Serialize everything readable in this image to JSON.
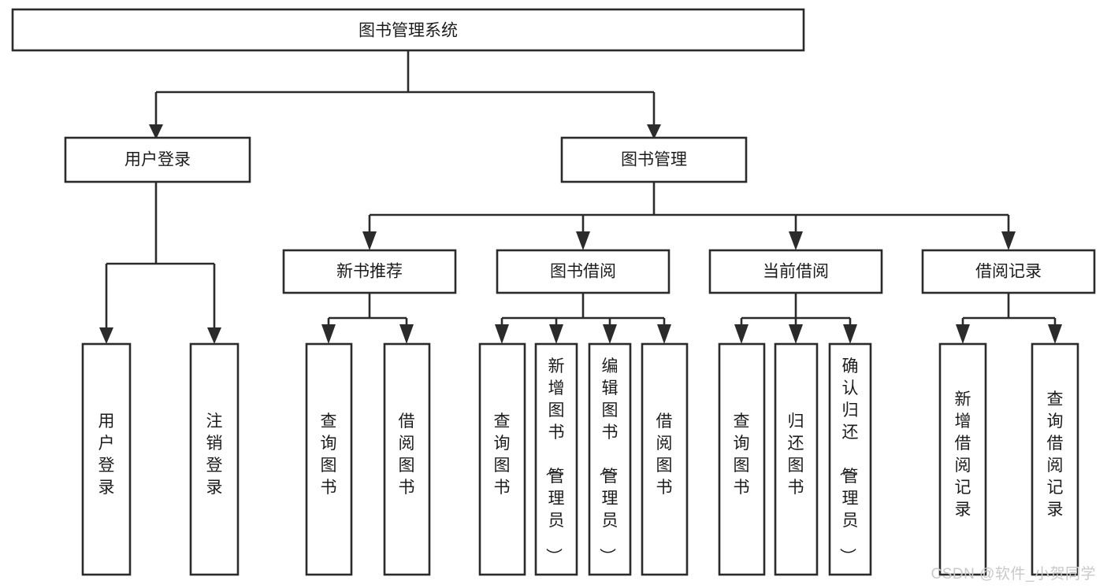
{
  "diagram": {
    "type": "org-chart",
    "title": "图书管理系统",
    "orientation": "top-down",
    "background_color": "#ffffff",
    "line_color": "#2b2b2b",
    "text_color": "#1c1c1c",
    "root": {
      "id": "root",
      "label": "图书管理系统"
    },
    "level2": [
      {
        "id": "user-login",
        "label": "用户登录"
      },
      {
        "id": "book-manage",
        "label": "图书管理"
      }
    ],
    "level3": [
      {
        "id": "new-book-recommend",
        "label": "新书推荐",
        "parent": "book-manage"
      },
      {
        "id": "book-borrow",
        "label": "图书借阅",
        "parent": "book-manage"
      },
      {
        "id": "current-borrow",
        "label": "当前借阅",
        "parent": "book-manage"
      },
      {
        "id": "borrow-record",
        "label": "借阅记录",
        "parent": "book-manage"
      }
    ],
    "leaves": [
      {
        "id": "leaf-user-login",
        "label": "用户登录",
        "parent": "user-login"
      },
      {
        "id": "leaf-user-logout",
        "label": "注销登录",
        "parent": "user-login"
      },
      {
        "id": "leaf-query-book-1",
        "label": "查询图书",
        "parent": "new-book-recommend"
      },
      {
        "id": "leaf-borrow-book-1",
        "label": "借阅图书",
        "parent": "new-book-recommend"
      },
      {
        "id": "leaf-query-book-2",
        "label": "查询图书",
        "parent": "book-borrow"
      },
      {
        "id": "leaf-add-book",
        "label": "新增图书（管理员）",
        "parent": "book-borrow"
      },
      {
        "id": "leaf-edit-book",
        "label": "编辑图书（管理员）",
        "parent": "book-borrow"
      },
      {
        "id": "leaf-borrow-book-2",
        "label": "借阅图书",
        "parent": "book-borrow"
      },
      {
        "id": "leaf-query-book-3",
        "label": "查询图书",
        "parent": "current-borrow"
      },
      {
        "id": "leaf-return-book",
        "label": "归还图书",
        "parent": "current-borrow"
      },
      {
        "id": "leaf-confirm-return",
        "label": "确认归还（管理员）",
        "parent": "current-borrow"
      },
      {
        "id": "leaf-add-record",
        "label": "新增借阅记录",
        "parent": "borrow-record"
      },
      {
        "id": "leaf-query-record",
        "label": "查询借阅记录",
        "parent": "borrow-record"
      }
    ]
  },
  "watermark": {
    "text": "CSDN @软件_小贺同学"
  }
}
